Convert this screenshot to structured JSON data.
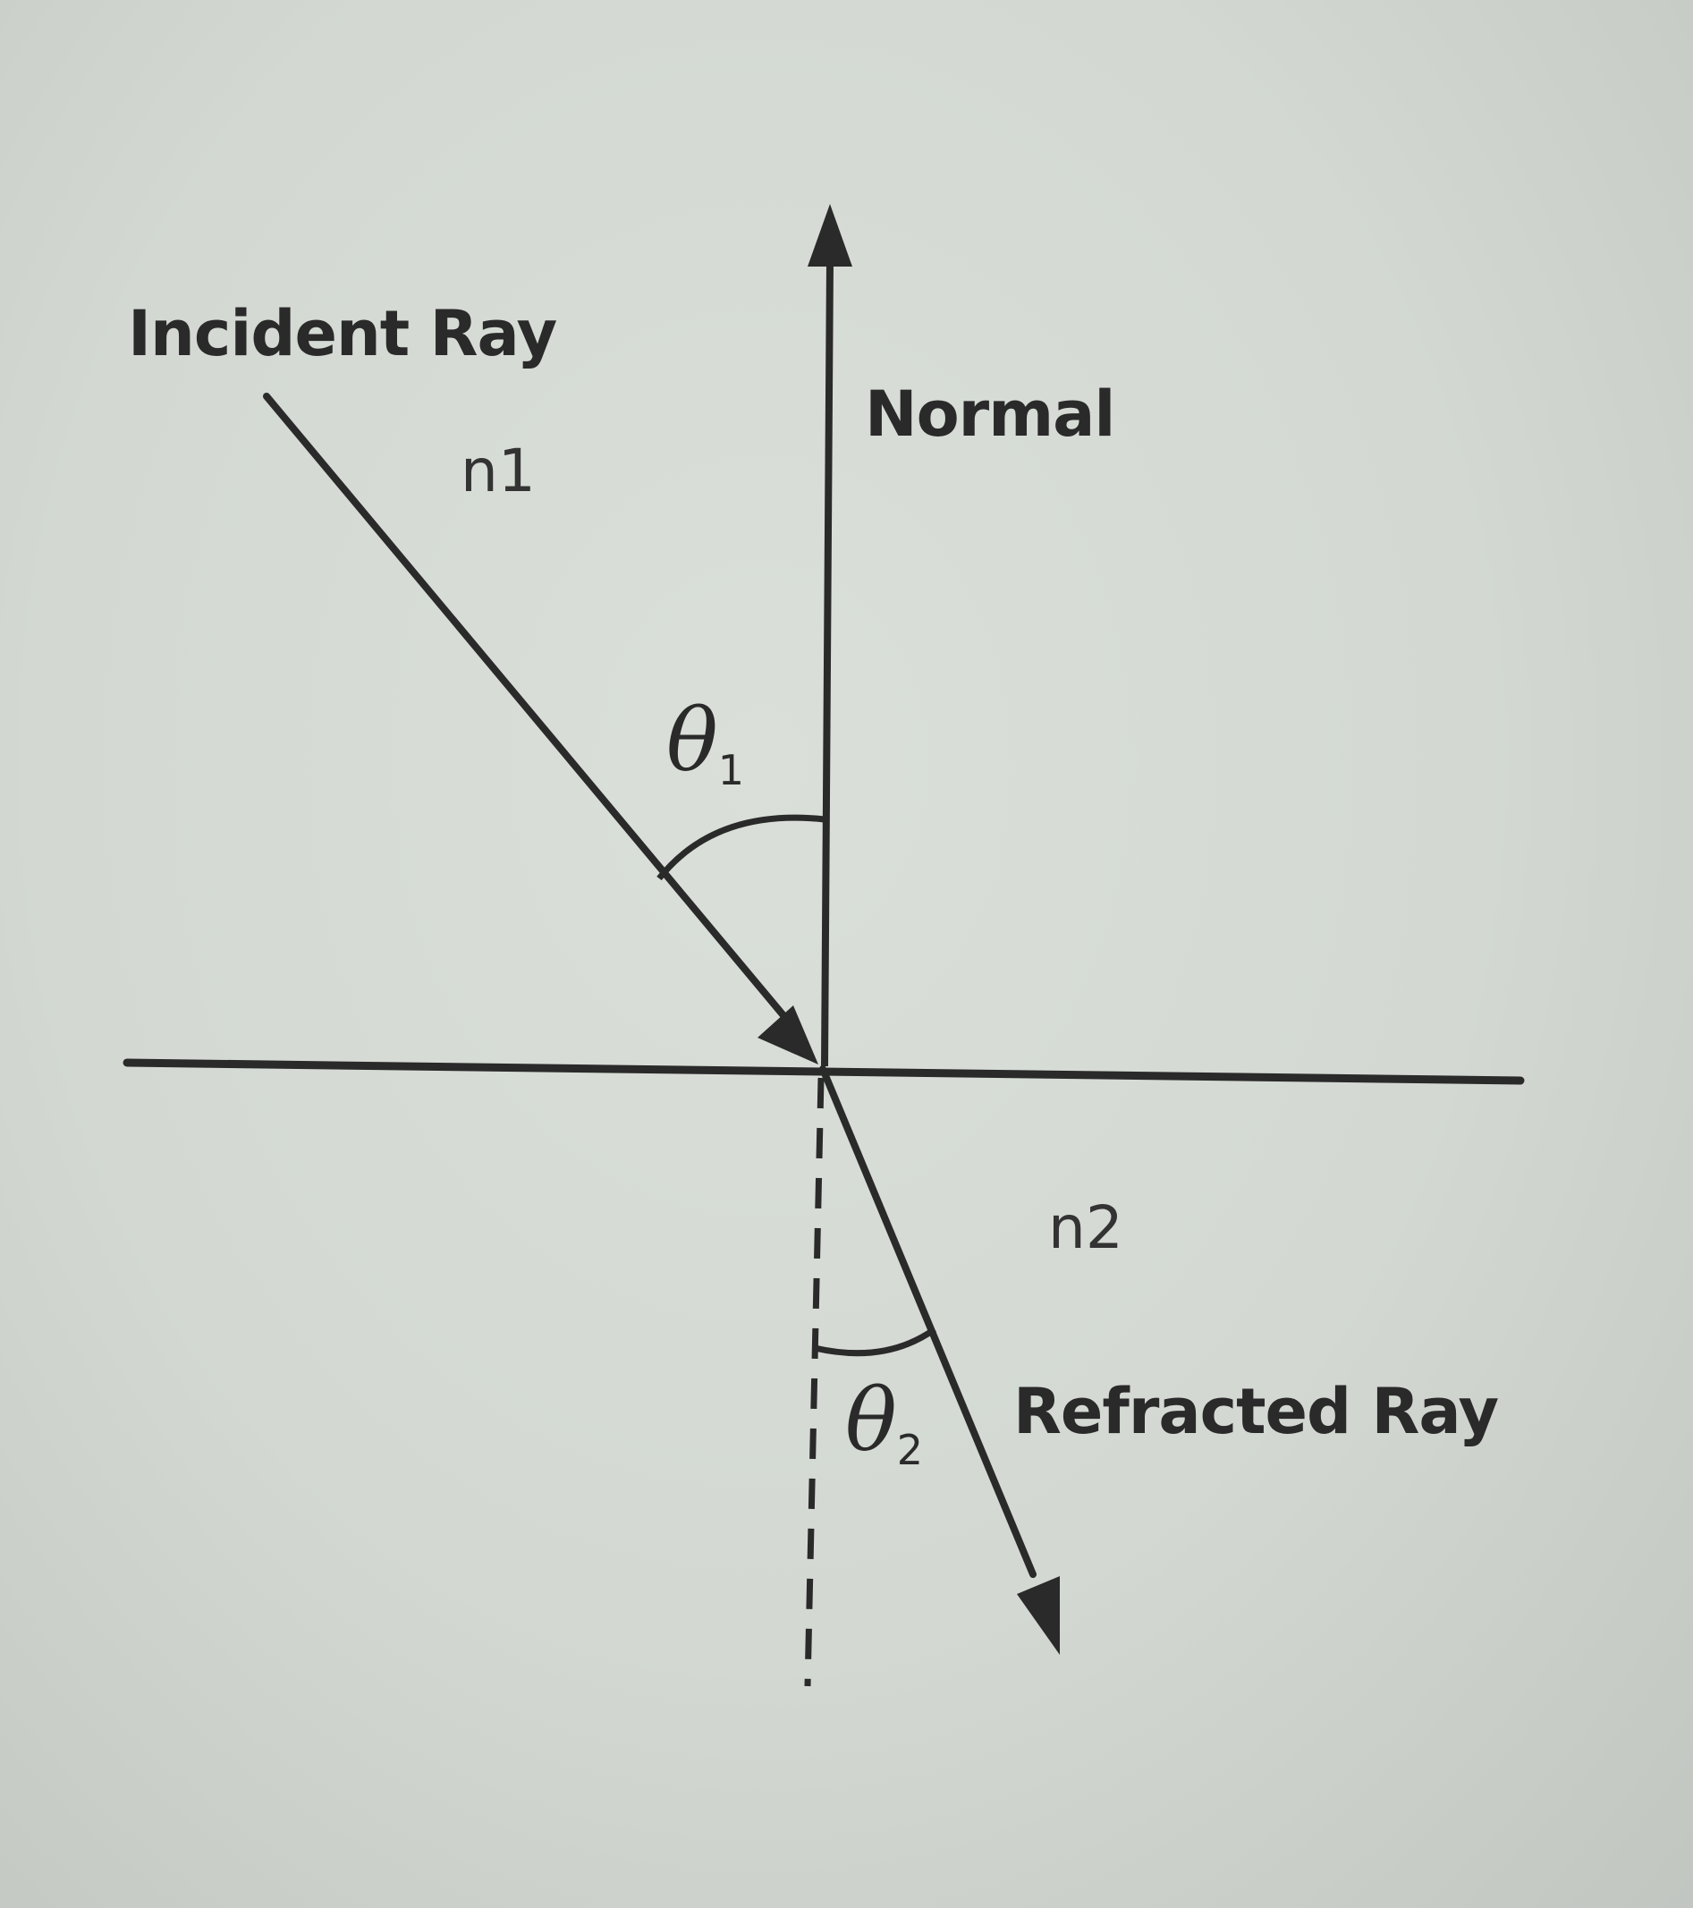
{
  "diagram": {
    "labels": {
      "incident_ray": "Incident Ray",
      "normal": "Normal",
      "medium_1": "n1",
      "medium_2": "n2",
      "refracted_ray": "Refracted Ray",
      "angle_1_symbol": "θ",
      "angle_1_index": "1",
      "angle_2_symbol": "θ",
      "angle_2_index": "2"
    },
    "colors": {
      "background": "#d5dad4",
      "ink": "#2a2a2a"
    }
  }
}
